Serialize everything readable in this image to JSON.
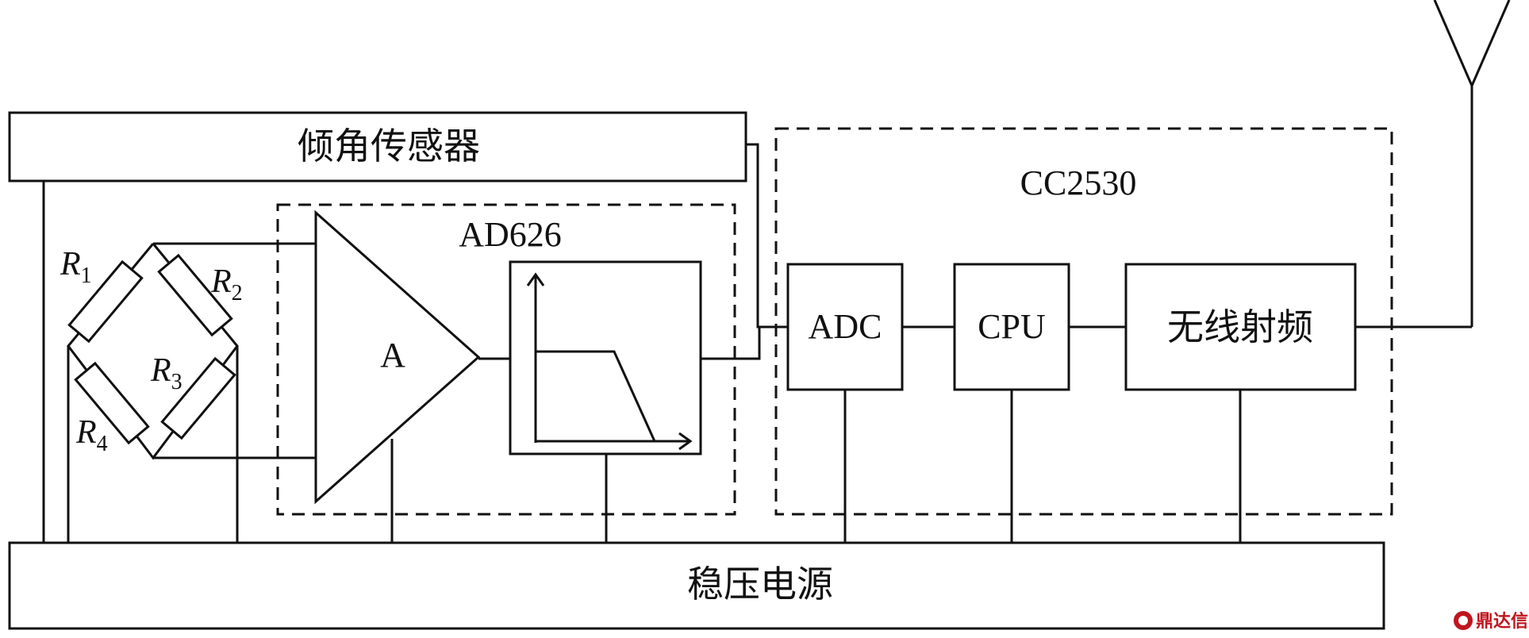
{
  "blocks": {
    "tilt_sensor": "倾角传感器",
    "power_supply": "稳压电源",
    "ad626": "AD626",
    "cc2530": "CC2530",
    "amplifier": "A",
    "adc": "ADC",
    "cpu": "CPU",
    "rf": "无线射频"
  },
  "resistors": [
    {
      "symbol": "R",
      "sub": "1"
    },
    {
      "symbol": "R",
      "sub": "2"
    },
    {
      "symbol": "R",
      "sub": "3"
    },
    {
      "symbol": "R",
      "sub": "4"
    }
  ],
  "watermark": "鼎达信"
}
